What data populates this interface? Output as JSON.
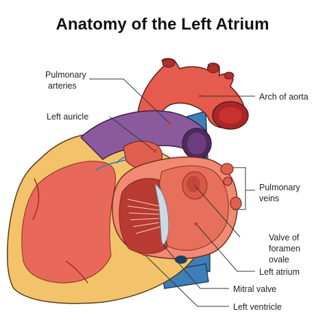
{
  "title": "Anatomy of the Left Atrium",
  "labels": {
    "pulmonary_arteries": [
      "Pulmonary",
      "arteries"
    ],
    "left_auricle": "Left auricle",
    "arch_of_aorta": "Arch of aorta",
    "pulmonary_veins": [
      "Pulmonary",
      "veins"
    ],
    "valve_of_foramen_ovale": [
      "Valve of",
      "foramen",
      "ovale"
    ],
    "left_atrium": "Left atrium",
    "mitral_valve": "Mitral valve",
    "left_ventricle": "Left ventricle"
  },
  "colors": {
    "myocardium_outer": "#f2c36b",
    "myocardium_inner": "#e8685a",
    "aorta": "#e55b4d",
    "pulmonary_artery": "#8a5a9c",
    "vena_cava": "#3f7fb8",
    "atrium_wall": "#f08a72",
    "leader_dot": "#d13a2f"
  }
}
